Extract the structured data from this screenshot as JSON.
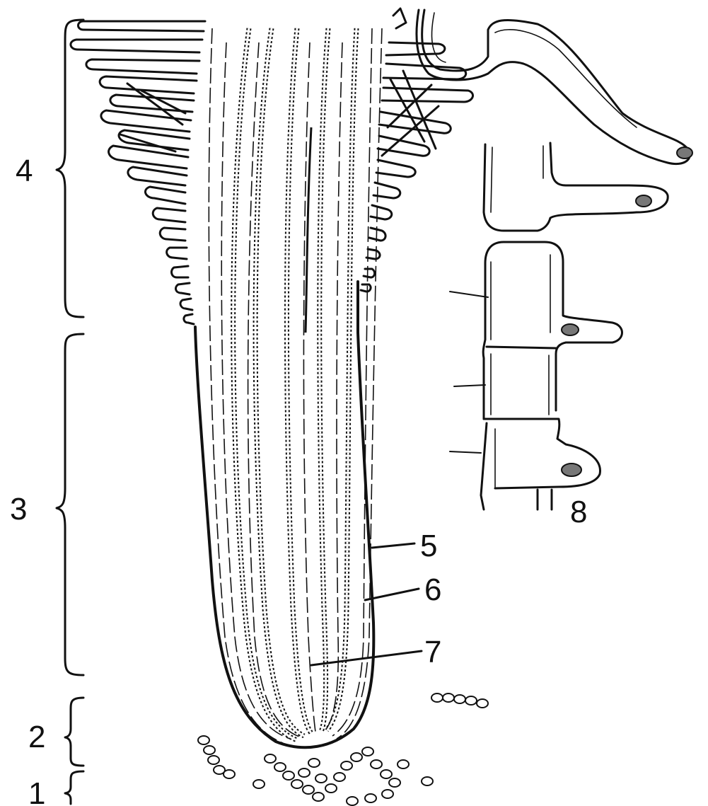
{
  "labels": {
    "l1": "1",
    "l2": "2",
    "l3": "3",
    "l4": "4",
    "l5": "5",
    "l6": "6",
    "l7": "7",
    "l8": "8"
  },
  "colors": {
    "ink": "#111111",
    "background": "#ffffff",
    "nucleus": "#777777"
  }
}
